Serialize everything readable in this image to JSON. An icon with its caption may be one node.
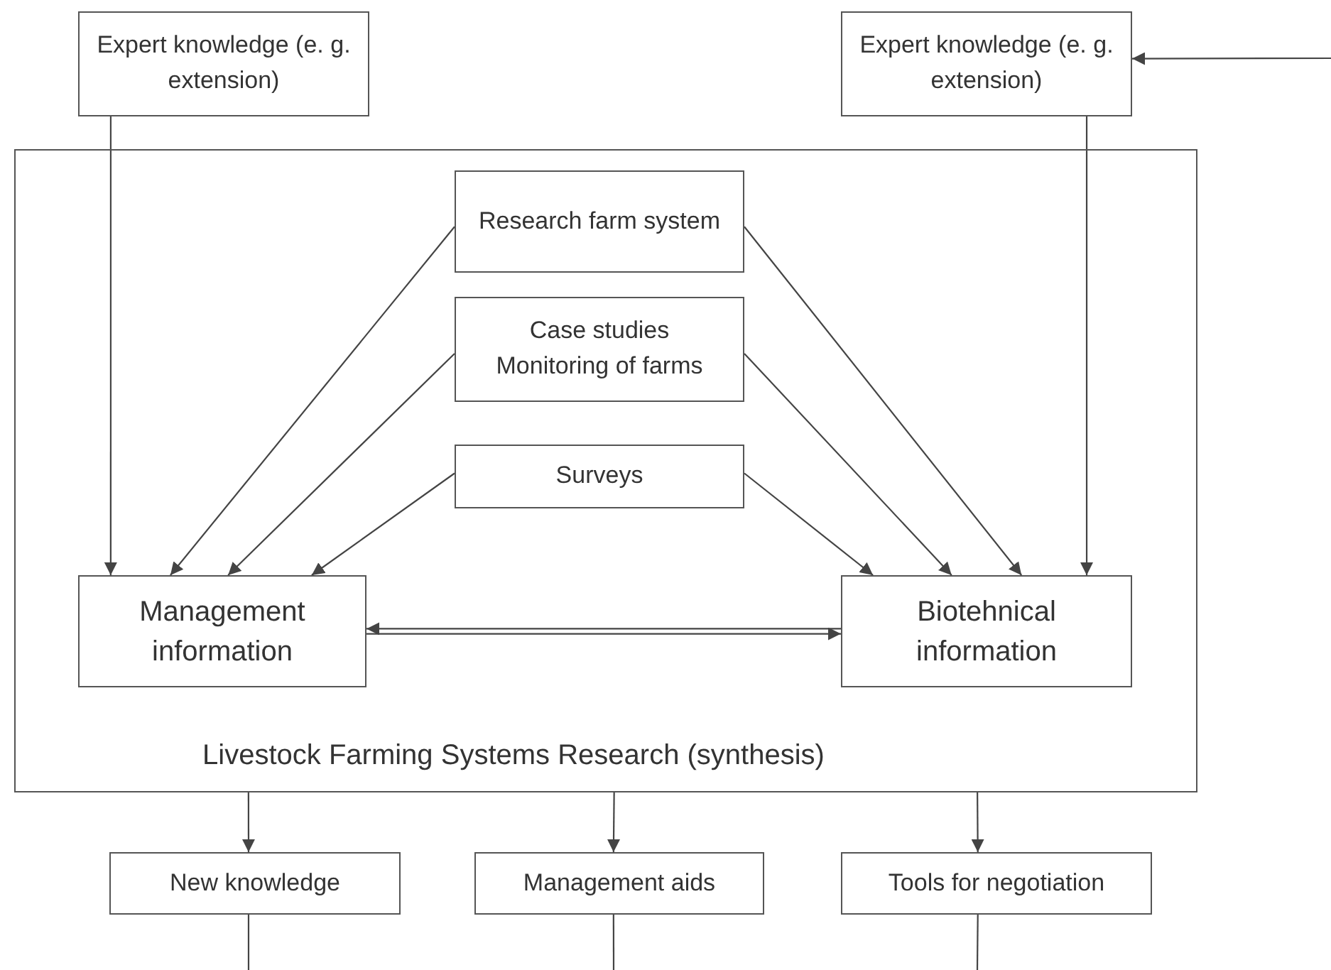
{
  "diagram": {
    "nodes": [
      {
        "text": [
          "Expert knowledge (e. g. extension)"
        ]
      },
      {
        "text": [
          "Expert knowledge (e. g. extension)"
        ]
      },
      {
        "text": [
          "Livestock Farming Systems Research (synthesis)"
        ]
      },
      {
        "text": [
          "Research farm system"
        ],
        "in": 2
      },
      {
        "text": [
          "Case studies",
          "Monitoring of farms"
        ],
        "in": 2
      },
      {
        "text": [
          "Surveys"
        ],
        "in": 2
      },
      {
        "text": [
          "Management information"
        ],
        "in": 2
      },
      {
        "text": [
          "Biotehnical information"
        ],
        "in": 2
      },
      {
        "text": [
          "New knowledge"
        ]
      },
      {
        "text": [
          "Management aids"
        ]
      },
      {
        "text": [
          "Tools for negotiation"
        ]
      }
    ],
    "edges": [
      {
        "from": 0,
        "to": 6,
        "arrow": "to"
      },
      {
        "from": 1,
        "to": 7,
        "arrow": "to"
      },
      {
        "from": null,
        "to": 1,
        "arrow": "to"
      },
      {
        "from": 3,
        "to": 6,
        "arrow": "to"
      },
      {
        "from": 4,
        "to": 6,
        "arrow": "to"
      },
      {
        "from": 5,
        "to": 6,
        "arrow": "to"
      },
      {
        "from": 3,
        "to": 7,
        "arrow": "to"
      },
      {
        "from": 4,
        "to": 7,
        "arrow": "to"
      },
      {
        "from": 5,
        "to": 7,
        "arrow": "to"
      },
      {
        "from": 6,
        "to": 7,
        "arrow": "both"
      },
      {
        "from": 2,
        "to": 8,
        "arrow": "to"
      },
      {
        "from": 2,
        "to": 9,
        "arrow": "to"
      },
      {
        "from": 2,
        "to": 10,
        "arrow": "to"
      },
      {
        "from": 8,
        "to": null,
        "arrow": "none"
      },
      {
        "from": 9,
        "to": null,
        "arrow": "none"
      },
      {
        "from": 10,
        "to": null,
        "arrow": "none"
      }
    ]
  }
}
